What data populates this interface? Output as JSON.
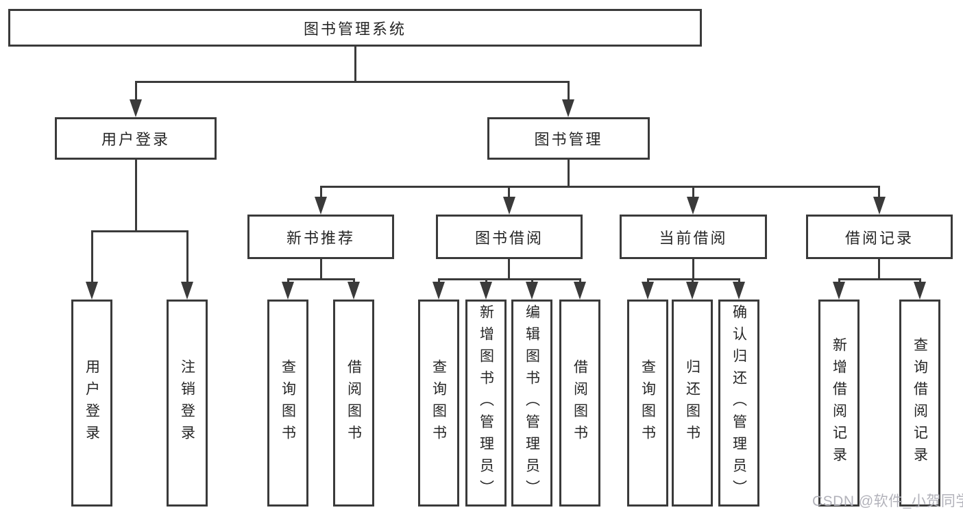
{
  "colors": {
    "line": "#3a3a3a",
    "text": "#262626",
    "background": "#ffffff",
    "watermark": "#b2b2ba"
  },
  "watermark": {
    "text": "CSDN @软件_小贺同学"
  },
  "nodes": {
    "root": {
      "label": "图书管理系统"
    },
    "user_login": {
      "label": "用户登录"
    },
    "book_management": {
      "label": "图书管理"
    },
    "new_book_recommend": {
      "label": "新书推荐"
    },
    "book_borrow": {
      "label": "图书借阅"
    },
    "current_borrow": {
      "label": "当前借阅"
    },
    "borrow_record": {
      "label": "借阅记录"
    },
    "leaf_user_login": {
      "label": "用户登录"
    },
    "leaf_logout": {
      "label": "注销登录"
    },
    "leaf_query_book_recommend": {
      "label": "查询图书"
    },
    "leaf_borrow_book_recommend": {
      "label": "借阅图书"
    },
    "leaf_query_book_borrow": {
      "label": "查询图书"
    },
    "leaf_add_book": {
      "label": "新增图书（管理员）"
    },
    "leaf_edit_book": {
      "label": "编辑图书（管理员）"
    },
    "leaf_borrow_book_borrow": {
      "label": "借阅图书"
    },
    "leaf_query_book_current": {
      "label": "查询图书"
    },
    "leaf_return_book": {
      "label": "归还图书"
    },
    "leaf_confirm_return": {
      "label": "确认归还（管理员）"
    },
    "leaf_add_borrow_record": {
      "label": "新增借阅记录"
    },
    "leaf_query_borrow_record": {
      "label": "查询借阅记录"
    }
  },
  "hierarchy": {
    "root": "图书管理系统",
    "children": [
      {
        "label": "用户登录",
        "children": [
          "用户登录",
          "注销登录"
        ]
      },
      {
        "label": "图书管理",
        "children": [
          {
            "label": "新书推荐",
            "children": [
              "查询图书",
              "借阅图书"
            ]
          },
          {
            "label": "图书借阅",
            "children": [
              "查询图书",
              "新增图书（管理员）",
              "编辑图书（管理员）",
              "借阅图书"
            ]
          },
          {
            "label": "当前借阅",
            "children": [
              "查询图书",
              "归还图书",
              "确认归还（管理员）"
            ]
          },
          {
            "label": "借阅记录",
            "children": [
              "新增借阅记录",
              "查询借阅记录"
            ]
          }
        ]
      }
    ]
  }
}
